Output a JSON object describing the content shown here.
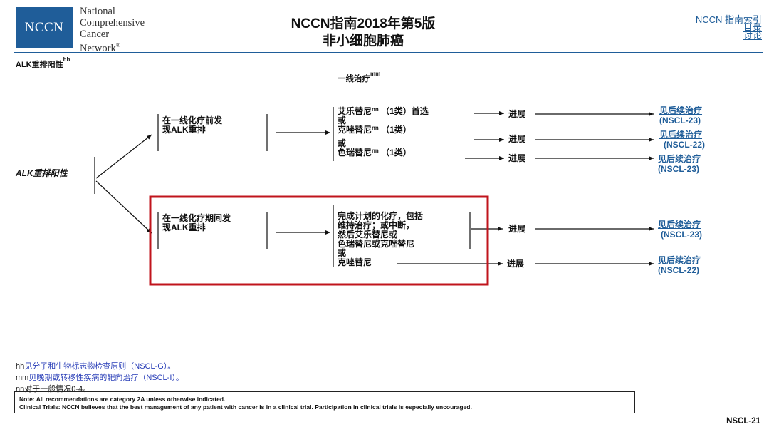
{
  "header": {
    "logo_abbrev": "NCCN",
    "logo_lines": [
      "National",
      "Comprehensive",
      "Cancer",
      "Network"
    ],
    "logo_reg": "®",
    "title_line1": "NCCN指南2018年第5版",
    "title_line2": "非小细胞肺癌",
    "links": [
      "NCCN 指南索引",
      "目录",
      "讨论"
    ]
  },
  "section": {
    "label": "ALK重排阳性",
    "label_sup": "hh"
  },
  "column_header": {
    "label": "一线治疗",
    "sup": "mm"
  },
  "root_label": "ALK重排阳性",
  "branch1": {
    "condition_lines": [
      "在一线化疗前发",
      "现ALK重排"
    ],
    "options": [
      {
        "line": "艾乐替尼",
        "sup": "nn",
        "suffix": " （1类）首选"
      },
      {
        "line": "或"
      },
      {
        "line": "克唑替尼",
        "sup": "nn",
        "suffix": " （1类）"
      },
      {
        "line": "或"
      },
      {
        "line": "色瑞替尼",
        "sup": "nn",
        "suffix": " （1类）"
      }
    ],
    "outcomes": [
      {
        "progress": "进展",
        "link": "见后续治疗",
        "code": "(NSCL-23)"
      },
      {
        "progress": "进展",
        "link": "见后续治疗",
        "code": "(NSCL-22)"
      },
      {
        "progress": "进展",
        "link": "见后续治疗",
        "code": "(NSCL-23)"
      }
    ]
  },
  "branch2": {
    "condition_lines": [
      "在一线化疗期间发",
      "现ALK重排"
    ],
    "options": [
      "完成计划的化疗，包括",
      "维持治疗；或中断，",
      "然后艾乐替尼或",
      "色瑞替尼或克唑替尼",
      "或",
      "克唑替尼"
    ],
    "outcomes": [
      {
        "progress": "进展",
        "link": "见后续治疗",
        "code": "(NSCL-23)"
      },
      {
        "progress": "进展",
        "link": "见后续治疗",
        "code": "(NSCL-22)"
      }
    ]
  },
  "footnotes": [
    {
      "key": "hh",
      "text": "见分子和生物标志物检查原则（NSCL-G）。"
    },
    {
      "key": "mm",
      "text": "见晚期或转移性疾病的靶向治疗（NSCL-I）。"
    },
    {
      "key": "nn",
      "text": "对于一般情况0-4。"
    }
  ],
  "note": {
    "line1": "Note:  All recommendations are category 2A unless otherwise indicated.",
    "line2": "Clinical Trials:  NCCN believes that the best management of any patient with cancer is in a clinical trial.  Participation in clinical trials is especially encouraged."
  },
  "page_code": "NSCL-21",
  "colors": {
    "brand_blue": "#1f5d99",
    "highlight_red": "#c0141c"
  }
}
